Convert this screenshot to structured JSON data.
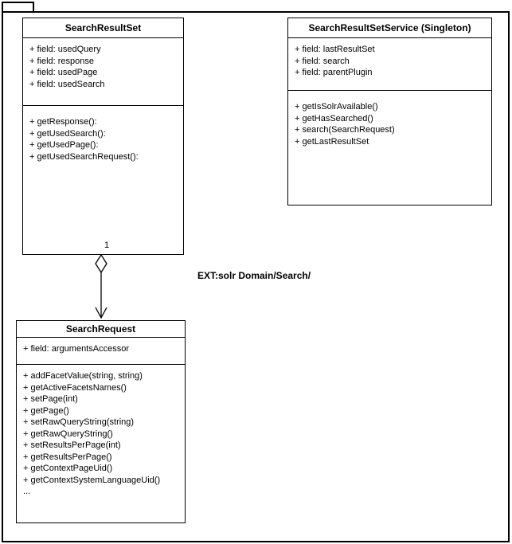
{
  "diagram": {
    "annotation_label": "EXT:solr Domain/Search/",
    "relationship": {
      "type": "aggregation",
      "from": "SearchResultSet",
      "to": "SearchRequest",
      "multiplicity": "1"
    },
    "colors": {
      "line": "#000000",
      "background": "#ffffff"
    },
    "classes": [
      {
        "title": "SearchResultSet",
        "fields": [
          "+ field: usedQuery",
          "+ field: response",
          "+ field: usedPage",
          "+ field: usedSearch"
        ],
        "methods": [
          "+ getResponse():",
          "+ getUsedSearch():",
          "+ getUsedPage():",
          "+ getUsedSearchRequest():"
        ]
      },
      {
        "title": "SearchResultSetService (Singleton)",
        "fields": [
          "+ field: lastResultSet",
          "+ field: search",
          "+ field: parentPlugin"
        ],
        "methods": [
          "+ getIsSolrAvailable()",
          "+ getHasSearched()",
          "+ search(SearchRequest)",
          "+ getLastResultSet"
        ]
      },
      {
        "title": "SearchRequest",
        "fields": [
          "+ field: argumentsAccessor"
        ],
        "methods": [
          "+ addFacetValue(string, string)",
          "+ getActiveFacetsNames()",
          "+ setPage(int)",
          "+ getPage()",
          "+ setRawQueryString(string)",
          "+ getRawQueryString()",
          "+ setResultsPerPage(int)",
          "+ getResultsPerPage()",
          "+ getContextPageUid()",
          "+ getContextSystemLanguageUid()",
          "..."
        ]
      }
    ]
  }
}
